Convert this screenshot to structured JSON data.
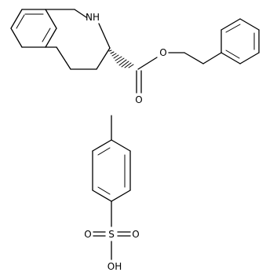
{
  "colors": {
    "bond": "#000000",
    "background": "#ffffff"
  },
  "molecules": {
    "ester": {
      "atoms": {
        "nh": "NH",
        "ester_o": "O",
        "carbonyl_o": "O"
      }
    },
    "tosic_acid": {
      "atoms": {
        "s": "S",
        "o_left": "O",
        "o_right": "O",
        "oh": "OH"
      }
    }
  }
}
